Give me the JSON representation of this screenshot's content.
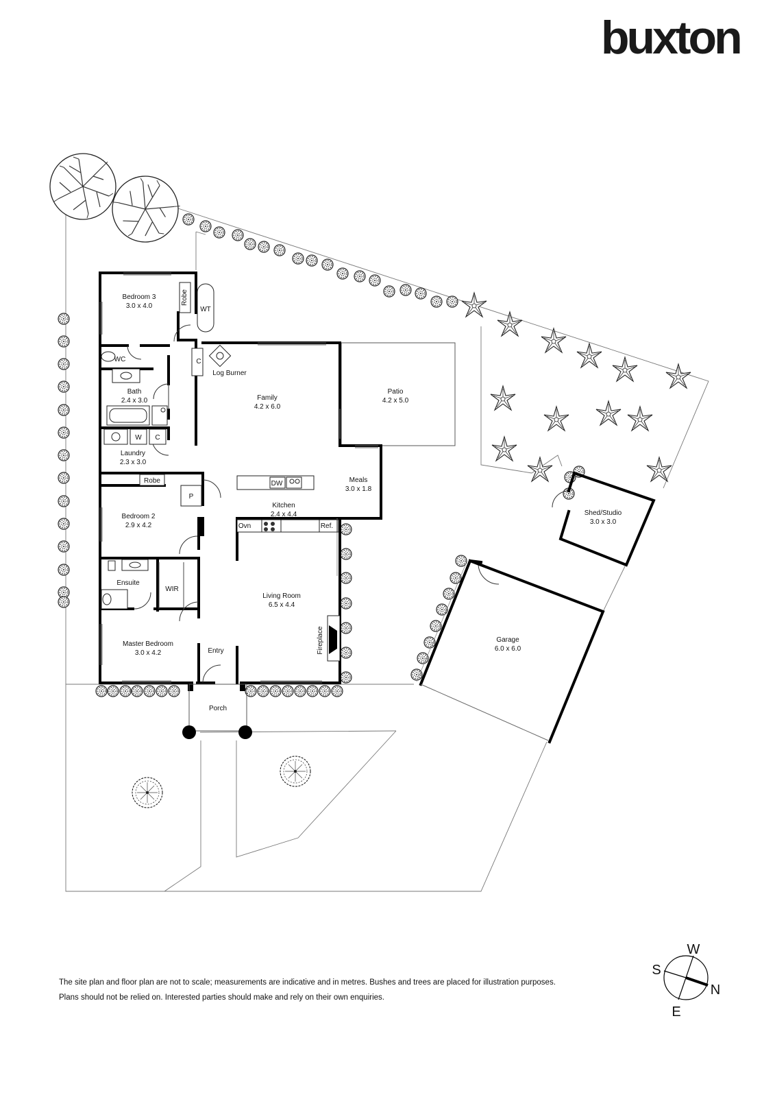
{
  "brand": {
    "logo_text": "buxton"
  },
  "rooms": {
    "bedroom3": {
      "name": "Bedroom 3",
      "dims": "3.0 x 4.0"
    },
    "robe_b3": "Robe",
    "wt": "WT",
    "wc": "WC",
    "cupboard_wc": "C",
    "log_burner": "Log Burner",
    "family": {
      "name": "Family",
      "dims": "4.2 x 6.0"
    },
    "patio": {
      "name": "Patio",
      "dims": "4.2 x 5.0"
    },
    "bath": {
      "name": "Bath",
      "dims": "2.4 x 3.0"
    },
    "w_label": "W",
    "c_label": "C",
    "laundry": {
      "name": "Laundry",
      "dims": "2.3 x 3.0"
    },
    "robe_b2": "Robe",
    "pantry": "P",
    "dw": "DW",
    "meals": {
      "name": "Meals",
      "dims": "3.0 x 1.8"
    },
    "kitchen": {
      "name": "Kitchen",
      "dims": "2.4 x 4.4"
    },
    "bedroom2": {
      "name": "Bedroom 2",
      "dims": "2.9 x 4.2"
    },
    "oven": "Ovn",
    "ref": "Ref.",
    "shed": {
      "name": "Shed/Studio",
      "dims": "3.0 x 3.0"
    },
    "ensuite": "Ensuite",
    "wir": "WIR",
    "living": {
      "name": "Living Room",
      "dims": "6.5 x 4.4"
    },
    "garage": {
      "name": "Garage",
      "dims": "6.0 x 6.0"
    },
    "master": {
      "name": "Master Bedroom",
      "dims": "3.0 x 4.2"
    },
    "entry": "Entry",
    "fireplace": "Fireplace",
    "porch": "Porch"
  },
  "compass": {
    "north": "N",
    "south": "S",
    "east": "E",
    "west": "W"
  },
  "disclaimer": {
    "line1": "The site plan and floor plan are not to scale; measurements are indicative and in metres. Bushes and trees are placed for illustration purposes.",
    "line2": "Plans should not be relied on. Interested parties should make and rely on their own enquiries."
  }
}
